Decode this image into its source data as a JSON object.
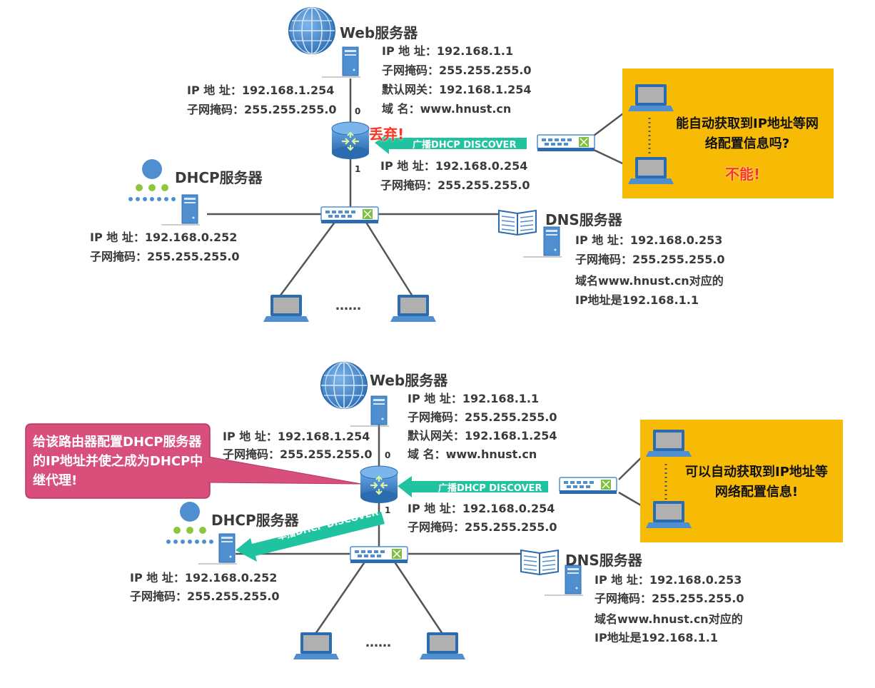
{
  "colors": {
    "device_blue": "#4f8fd0",
    "dark_blue": "#2b6cb0",
    "yellow_box": "#f7bb05",
    "arrow_green": "#20c3a0",
    "bubble_pink": "#d84f7b",
    "warn_red": "#ff3322",
    "line_gray": "#555555"
  },
  "icons": [
    "globe-icon",
    "server-icon",
    "router-icon",
    "switch-icon",
    "laptop-icon",
    "dhcp-server-icon",
    "dns-book-icon",
    "arrow-icon"
  ],
  "top": {
    "web_server": {
      "title": "Web服务器",
      "ip": "IP 地  址：192.168.1.1",
      "mask": "子网掩码：255.255.255.0",
      "gateway": "默认网关：192.168.1.254",
      "domain": "域      名：www.hnust.cn"
    },
    "router": {
      "port0": "0",
      "port1": "1",
      "if0_ip": "IP 地  址：192.168.1.254",
      "if0_mask": "子网掩码：255.255.255.0",
      "if1_ip": "IP 地  址：192.168.0.254",
      "if1_mask": "子网掩码：255.255.255.0"
    },
    "dhcp_server": {
      "title": "DHCP服务器",
      "ip": "IP 地  址：192.168.0.252",
      "mask": "子网掩码：255.255.255.0"
    },
    "dns_server": {
      "title": "DNS服务器",
      "ip": "IP 地  址：192.168.0.253",
      "mask": "子网掩码：255.255.255.0",
      "note1": "域名www.hnust.cn对应的",
      "note2": "IP地址是192.168.1.1"
    },
    "broadcast_label": "广播DHCP DISCOVER",
    "discard_label": "丢弃!",
    "ellipsis": "……",
    "question": "能自动获取到IP地址等网络配置信息吗?",
    "answer": "不能!"
  },
  "bottom": {
    "web_server": {
      "title": "Web服务器",
      "ip": "IP 地  址：192.168.1.1",
      "mask": "子网掩码：255.255.255.0",
      "gateway": "默认网关：192.168.1.254",
      "domain": "域      名：www.hnust.cn"
    },
    "router": {
      "port0": "0",
      "port1": "1",
      "if0_ip": "IP 地  址：192.168.1.254",
      "if0_mask": "子网掩码：255.255.255.0",
      "if1_ip": "IP 地  址：192.168.0.254",
      "if1_mask": "子网掩码：255.255.255.0"
    },
    "dhcp_server": {
      "title": "DHCP服务器",
      "ip": "IP 地  址：192.168.0.252",
      "mask": "子网掩码：255.255.255.0"
    },
    "dns_server": {
      "title": "DNS服务器",
      "ip": "IP 地  址：192.168.0.253",
      "mask": "子网掩码：255.255.255.0",
      "note1": "域名www.hnust.cn对应的",
      "note2": "IP地址是192.168.1.1"
    },
    "broadcast_label": "广播DHCP DISCOVER",
    "unicast_label": "单播DHCP DISCOVER",
    "ellipsis": "……",
    "callout": "给该路由器配置DHCP服务器的IP地址并使之成为DHCP中继代理!",
    "result": "可以自动获取到IP地址等网络配置信息!"
  }
}
